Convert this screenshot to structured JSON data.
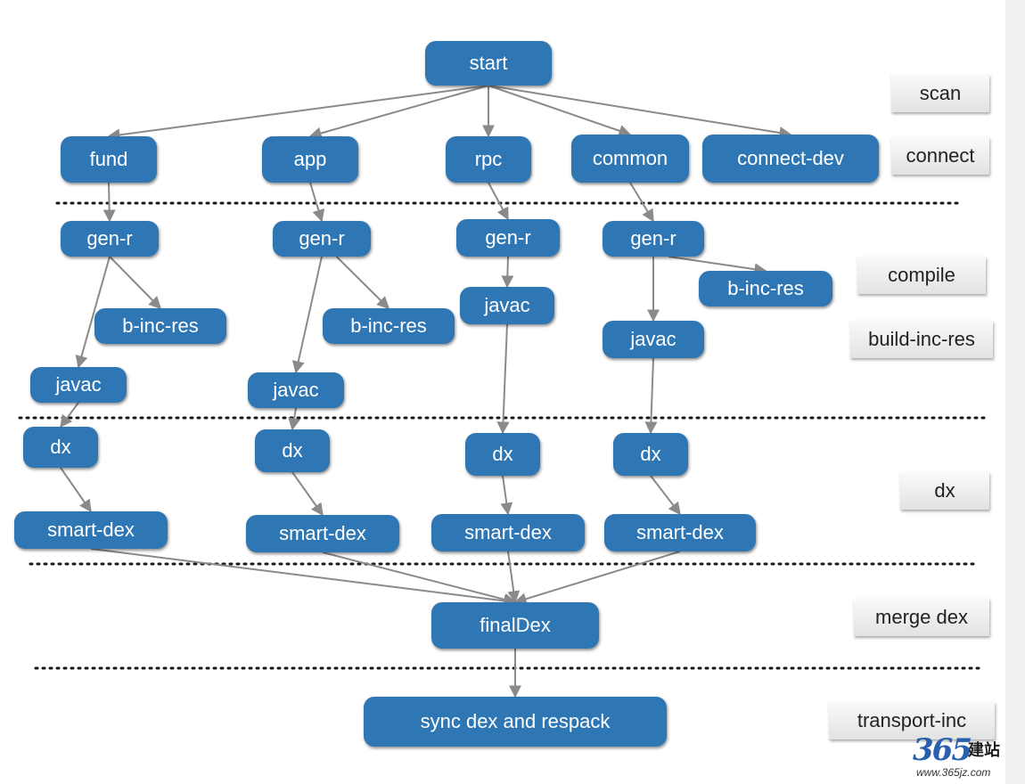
{
  "colors": {
    "node_fill": "#2f77b4",
    "node_text": "#ffffff",
    "edge": "#8a8a8a",
    "separator": "#1a1a1a",
    "stage_label_fill": "#e8e8e8"
  },
  "nodes": {
    "start": "start",
    "fund": "fund",
    "app": "app",
    "rpc": "rpc",
    "common": "common",
    "connect_dev": "connect-dev",
    "fund_gen_r": "gen-r",
    "app_gen_r": "gen-r",
    "rpc_gen_r": "gen-r",
    "common_gen_r": "gen-r",
    "fund_b_inc_res": "b-inc-res",
    "app_b_inc_res": "b-inc-res",
    "common_b_inc_res": "b-inc-res",
    "fund_javac": "javac",
    "app_javac": "javac",
    "rpc_javac": "javac",
    "common_javac": "javac",
    "fund_dx": "dx",
    "app_dx": "dx",
    "rpc_dx": "dx",
    "common_dx": "dx",
    "fund_smart_dex": "smart-dex",
    "app_smart_dex": "smart-dex",
    "rpc_smart_dex": "smart-dex",
    "common_smart_dex": "smart-dex",
    "final_dex": "finalDex",
    "sync": "sync dex and respack"
  },
  "edges": [
    [
      "start",
      "fund"
    ],
    [
      "start",
      "app"
    ],
    [
      "start",
      "rpc"
    ],
    [
      "start",
      "common"
    ],
    [
      "start",
      "connect_dev"
    ],
    [
      "fund",
      "fund_gen_r"
    ],
    [
      "app",
      "app_gen_r"
    ],
    [
      "rpc",
      "rpc_gen_r"
    ],
    [
      "common",
      "common_gen_r"
    ],
    [
      "fund_gen_r",
      "fund_b_inc_res"
    ],
    [
      "fund_gen_r",
      "fund_javac"
    ],
    [
      "app_gen_r",
      "app_b_inc_res"
    ],
    [
      "app_gen_r",
      "app_javac"
    ],
    [
      "rpc_gen_r",
      "rpc_javac"
    ],
    [
      "common_gen_r",
      "common_b_inc_res"
    ],
    [
      "common_gen_r",
      "common_javac"
    ],
    [
      "fund_javac",
      "fund_dx"
    ],
    [
      "app_javac",
      "app_dx"
    ],
    [
      "rpc_javac",
      "rpc_dx"
    ],
    [
      "common_javac",
      "common_dx"
    ],
    [
      "fund_dx",
      "fund_smart_dex"
    ],
    [
      "app_dx",
      "app_smart_dex"
    ],
    [
      "rpc_dx",
      "rpc_smart_dex"
    ],
    [
      "common_dx",
      "common_smart_dex"
    ],
    [
      "fund_smart_dex",
      "final_dex"
    ],
    [
      "app_smart_dex",
      "final_dex"
    ],
    [
      "rpc_smart_dex",
      "final_dex"
    ],
    [
      "common_smart_dex",
      "final_dex"
    ],
    [
      "final_dex",
      "sync"
    ]
  ],
  "stages": {
    "scan": "scan",
    "connect": "connect",
    "compile": "compile",
    "build_inc_res": "build-inc-res",
    "dx": "dx",
    "merge_dex": "merge dex",
    "transport_inc": "transport-inc"
  },
  "watermark": {
    "number": "365",
    "chinese": "建站",
    "url": "www.365jz.com"
  }
}
